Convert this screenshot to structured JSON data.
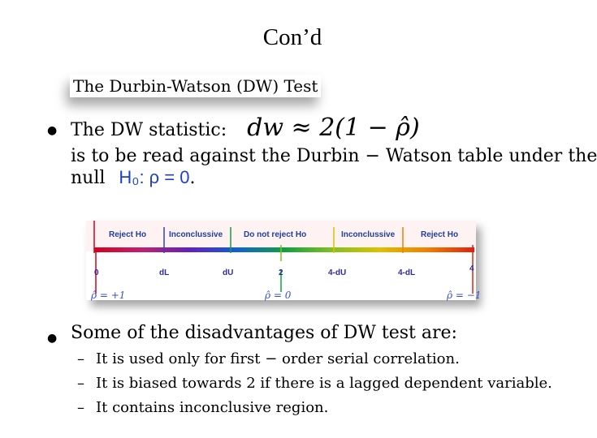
{
  "slide": {
    "title": "Con’d",
    "box_heading": "The Durbin-Watson (DW) Test",
    "bullet1": {
      "lead": "The DW statistic:",
      "formula": "dw ≈ 2(1 − ρ̂)",
      "line2": "is to be read against the Durbin − Watson table under the",
      "line3_pre": "null",
      "h0": "H₀: ρ = 0",
      "line3_post": "."
    },
    "bullet2": {
      "lead": "Some of the disadvantages of DW test are:",
      "items": [
        "It is used only for first − order serial correlation.",
        "It is biased towards 2 if there is a lagged dependent variable.",
        "It contains inconclusive region."
      ]
    }
  },
  "diagram": {
    "regions": [
      "Reject Ho",
      "Inconclussive",
      "Do not reject Ho",
      "Inconclussive",
      "Reject Ho"
    ],
    "ticks": [
      "0",
      "dL",
      "dU",
      "2",
      "4-dU",
      "4-dL",
      "4"
    ],
    "rho_labels": [
      "ρ̂ = +1",
      "ρ̂ = 0",
      "ρ̂ = −1"
    ],
    "colors": {
      "gradient": [
        "#d6001c",
        "#c02070",
        "#6020c0",
        "#1060d0",
        "#10a040",
        "#80c020",
        "#e0c000",
        "#f08000",
        "#e02010"
      ],
      "region_text": "#1f3fa0",
      "tick_text": "#2a2aa0",
      "rho_text": "#3a4fd0",
      "title_bar": "#fef2f2"
    }
  }
}
